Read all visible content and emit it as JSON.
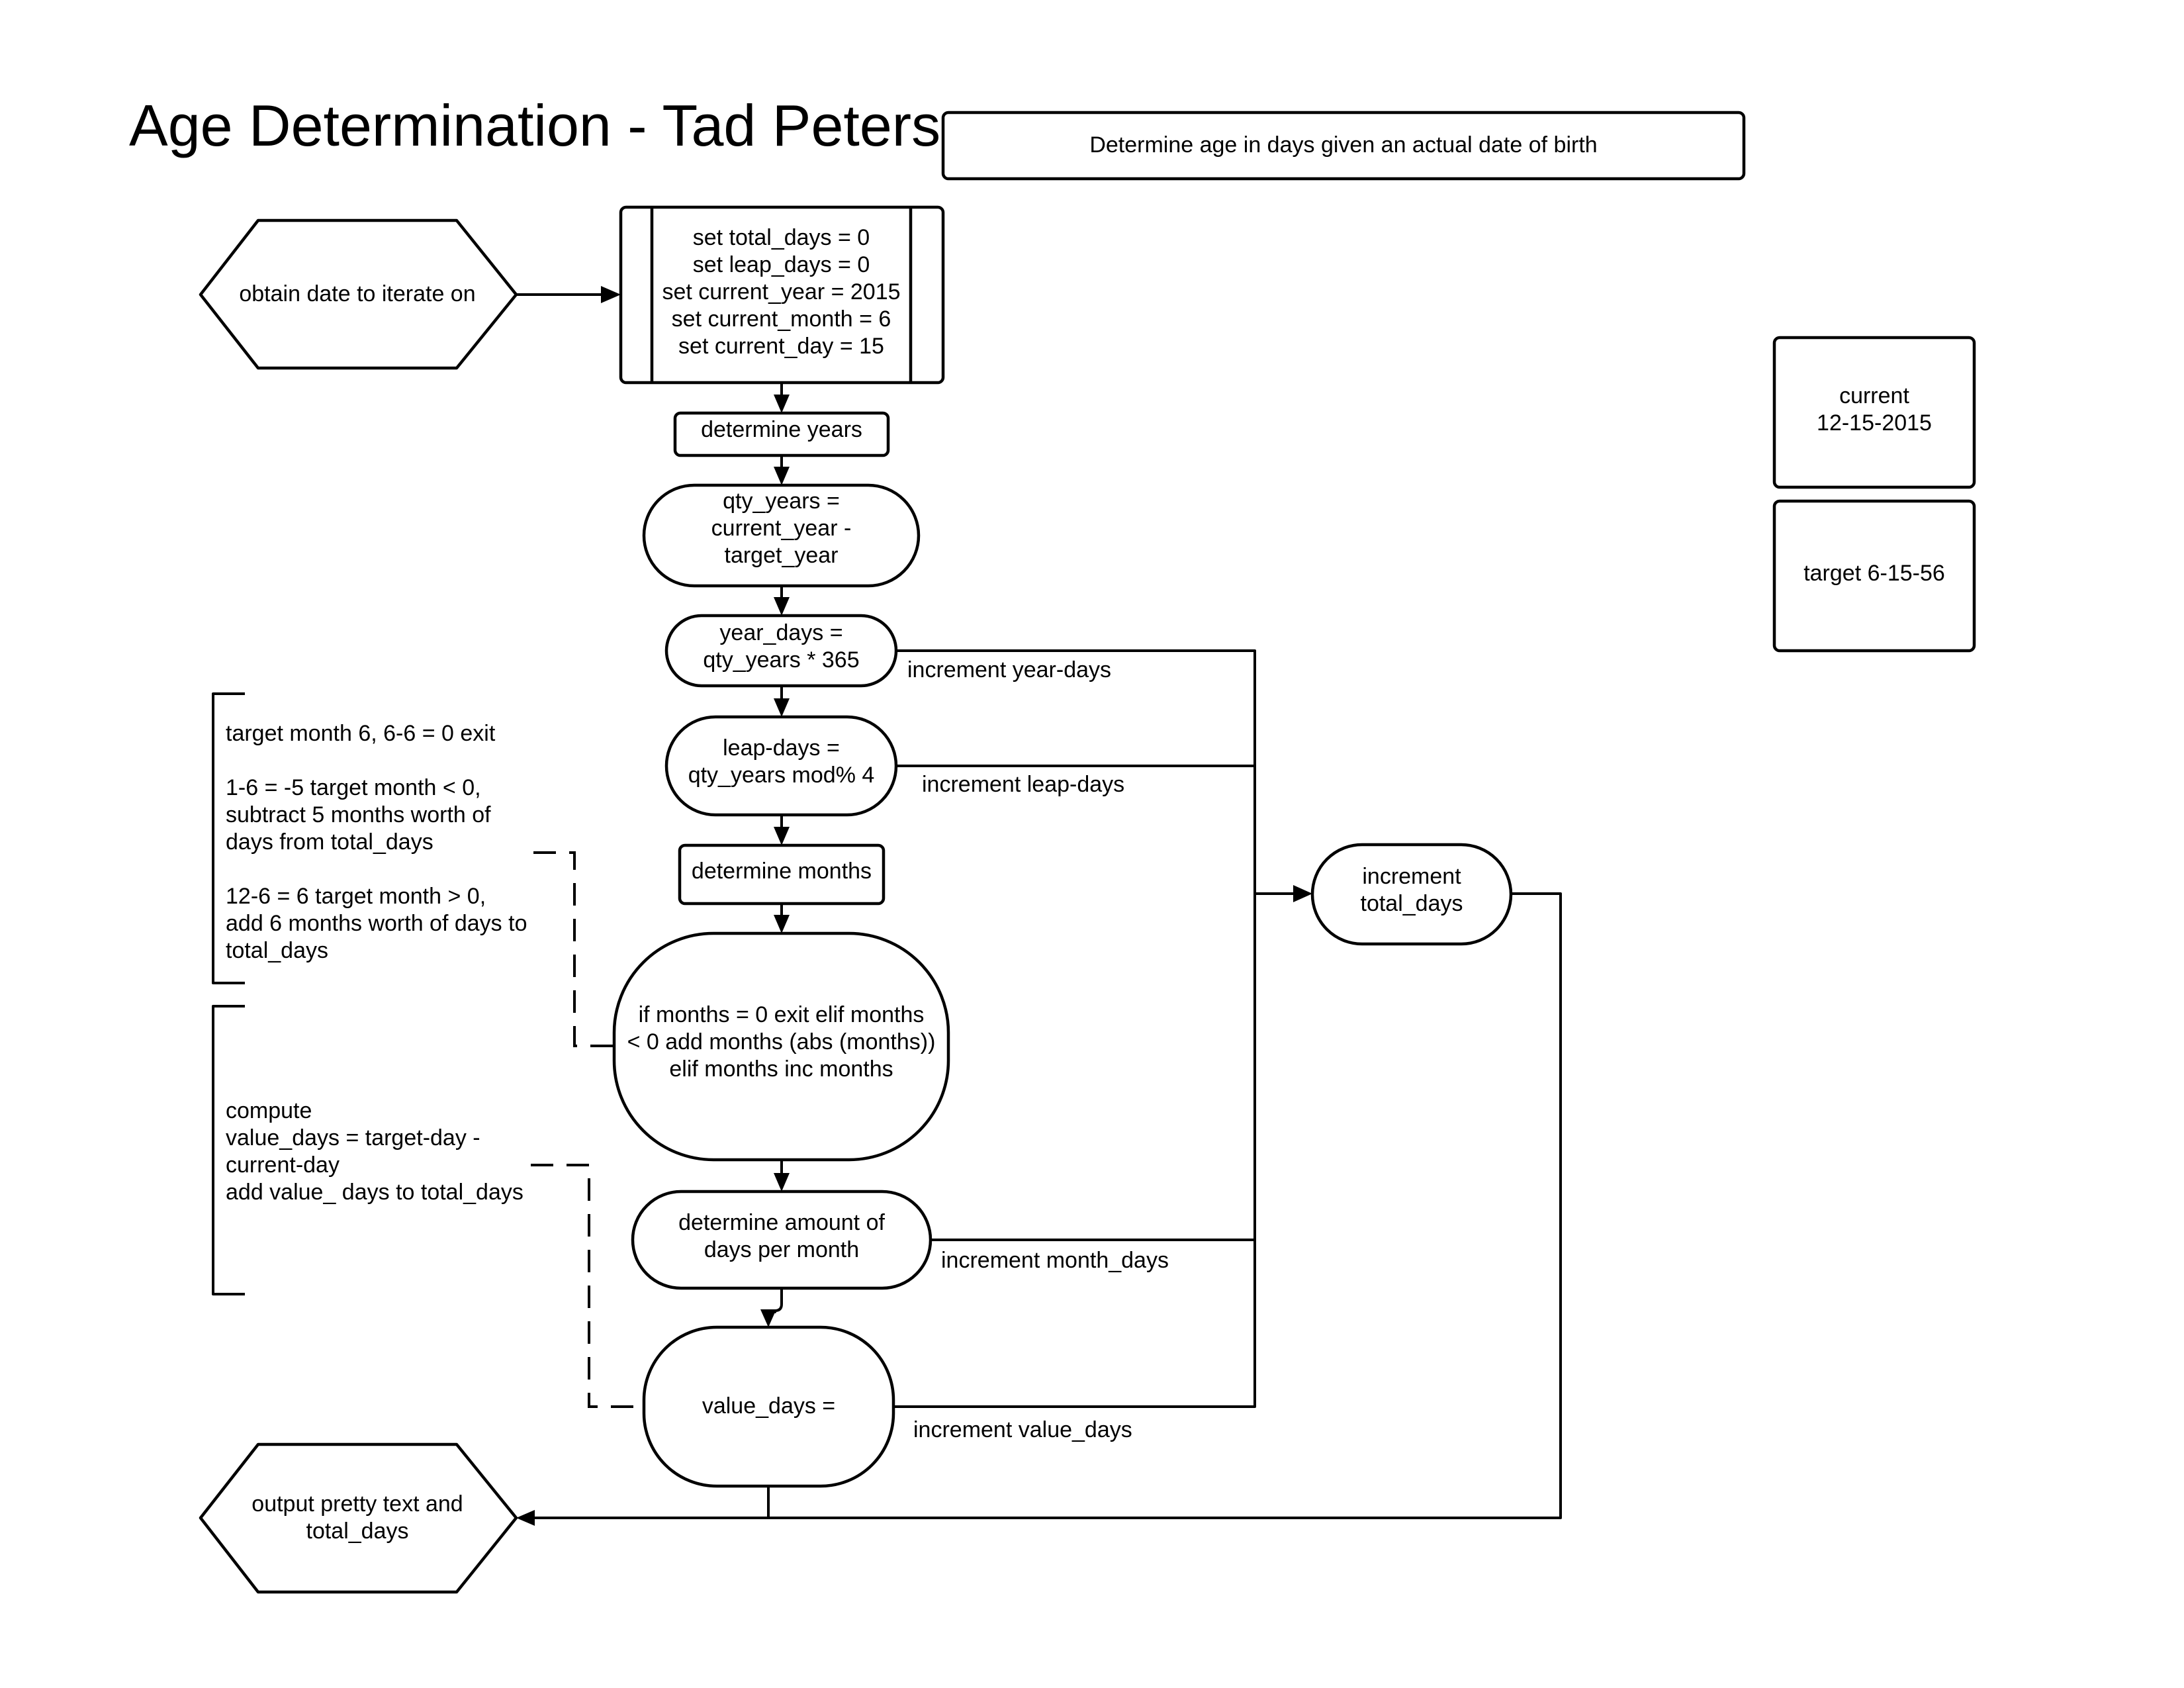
{
  "title": "Age Determination - Tad Peters",
  "description": "Determine age in days given an actual date of birth",
  "nodes": {
    "obtain_date": "obtain date to iterate on",
    "init": "set total_days = 0\nset leap_days = 0\nset current_year = 2015\nset current_month = 6\nset current_day = 15",
    "determine_years": "determine years",
    "qty_years": "qty_years =\ncurrent_year -\ntarget_year",
    "year_days": "year_days =\nqty_years * 365",
    "leap_days": "leap-days =\nqty_years mod% 4",
    "determine_months": "determine months",
    "months_decision": "if  months = 0 exit elif months\n< 0 add months (abs (months))\nelif months inc months",
    "days_per_month": "determine amount of\ndays per month",
    "value_days": "value_days =",
    "increment_total": "increment\ntotal_days",
    "output": "output pretty text and\ntotal_days",
    "current": "current\n12-15-2015",
    "target": "target 6-15-56"
  },
  "edge_labels": {
    "year": "increment year-days",
    "leap": "increment leap-days",
    "month": "increment month_days",
    "value": "increment value_days"
  },
  "annotations": {
    "months_note": "target month 6, 6-6 = 0 exit\n\n1-6 = -5  target month < 0,\nsubtract 5 months worth of\ndays from total_days\n\n12-6 = 6  target month > 0,\nadd 6 months worth of days to\ntotal_days",
    "value_note": "compute\nvalue_days = target-day -\ncurrent-day\nadd value_ days to total_days"
  }
}
